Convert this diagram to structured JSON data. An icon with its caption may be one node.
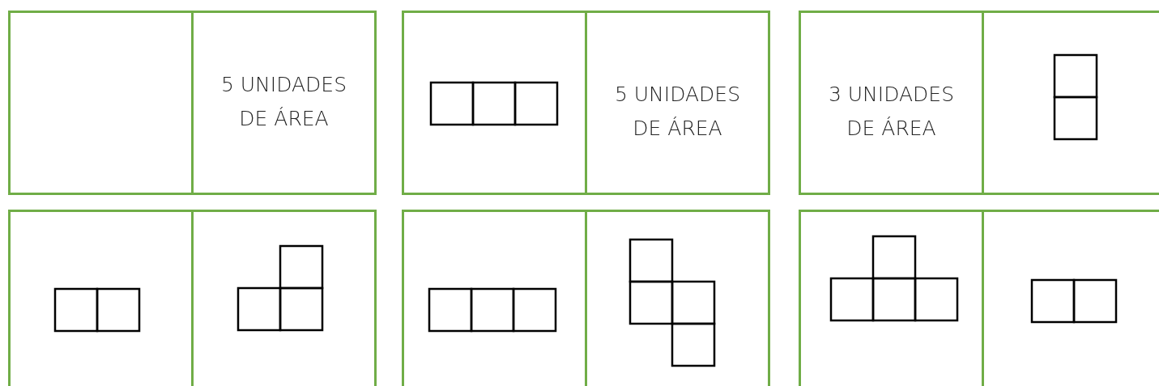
{
  "diagram": {
    "nodes": [
      {
        "text": [],
        "shape": "box"
      },
      {
        "text": [],
        "shape": "box",
        "in": 0
      },
      {
        "text": [
          "5 UNIDADES DE ÁREA"
        ],
        "in": 0
      },
      {
        "text": [],
        "shape": "box"
      },
      {
        "text": [],
        "shape": "picture",
        "in": 3
      },
      {
        "text": [
          "5 UNIDADES DE ÁREA"
        ],
        "in": 3
      },
      {
        "text": [],
        "shape": "box"
      },
      {
        "text": [
          "3 UNIDADES DE ÁREA"
        ],
        "in": 6
      },
      {
        "text": [],
        "shape": "picture",
        "in": 6
      },
      {
        "text": [],
        "shape": "box"
      },
      {
        "text": [],
        "shape": "picture",
        "in": 9
      },
      {
        "text": [],
        "shape": "picture",
        "in": 9
      },
      {
        "text": [],
        "shape": "box"
      },
      {
        "text": [],
        "shape": "picture",
        "in": 12
      },
      {
        "text": [],
        "shape": "picture",
        "in": 12
      },
      {
        "text": [],
        "shape": "box"
      },
      {
        "text": [],
        "shape": "picture",
        "in": 15
      },
      {
        "text": [],
        "shape": "picture",
        "in": 15
      }
    ]
  }
}
